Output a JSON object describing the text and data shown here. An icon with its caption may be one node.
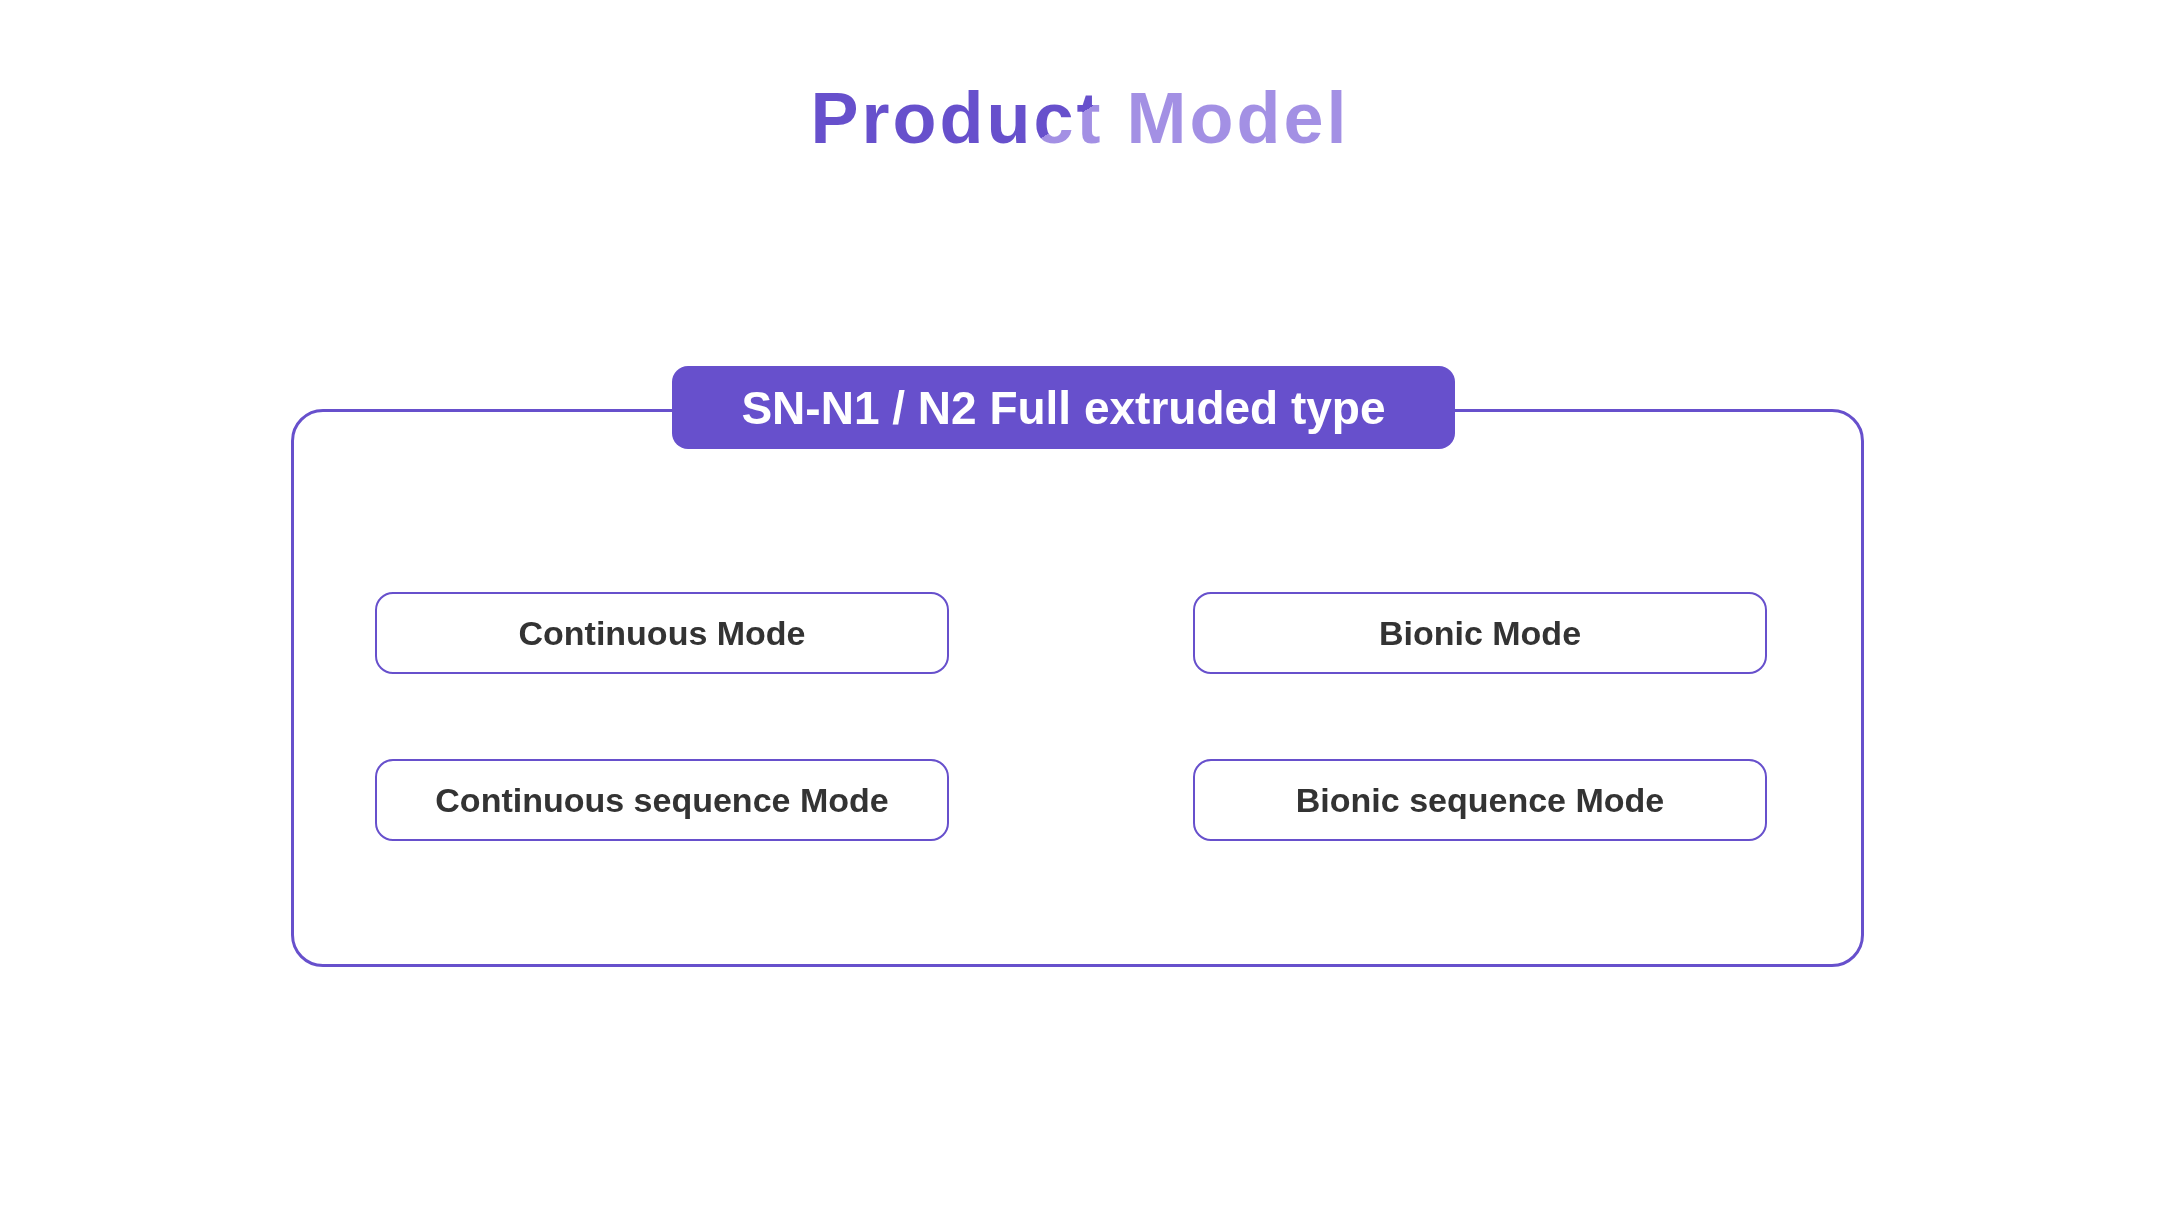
{
  "diagram": {
    "title": "Product Model",
    "nodes": [
      {
        "text": [
          "SN-N1 / N2 Full extruded type"
        ]
      },
      {
        "text": [
          "Continuous Mode"
        ],
        "in": 0
      },
      {
        "text": [
          "Bionic Mode"
        ],
        "in": 0
      },
      {
        "text": [
          "Continuous sequence Mode"
        ],
        "in": 0
      },
      {
        "text": [
          "Bionic sequence Mode"
        ],
        "in": 0
      }
    ]
  }
}
